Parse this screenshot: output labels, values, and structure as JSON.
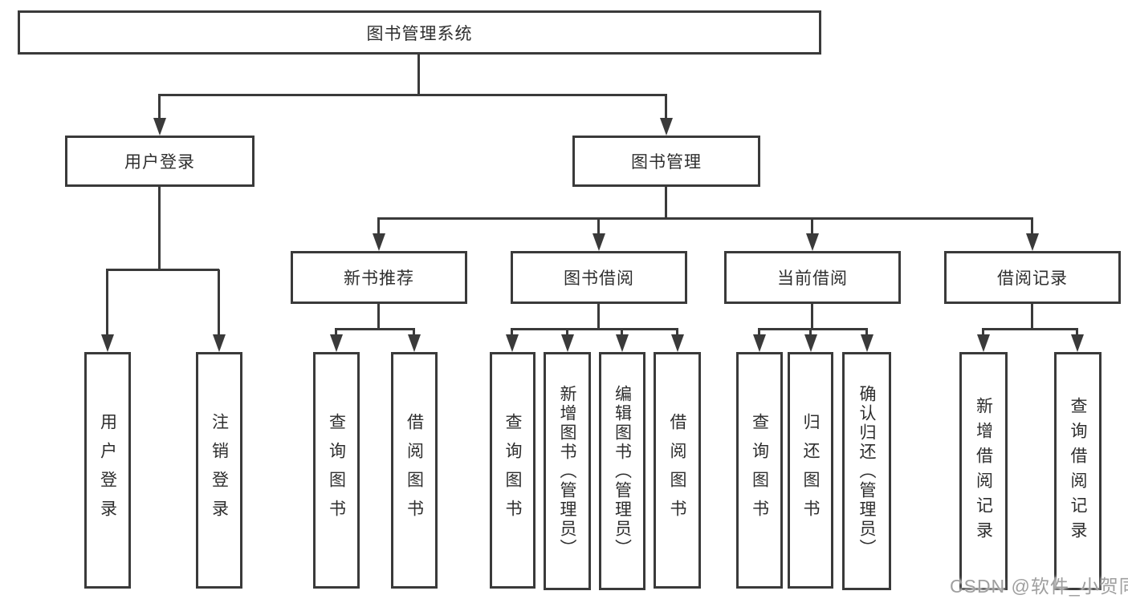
{
  "tree": {
    "root": "图书管理系统",
    "branches": [
      {
        "label": "用户登录",
        "children": [
          "用户登录",
          "注销登录"
        ]
      },
      {
        "label": "图书管理",
        "groups": [
          {
            "label": "新书推荐",
            "children": [
              "查询图书",
              "借阅图书"
            ]
          },
          {
            "label": "图书借阅",
            "children": [
              "查询图书",
              "新增图书（管理员）",
              "编辑图书（管理员）",
              "借阅图书"
            ]
          },
          {
            "label": "当前借阅",
            "children": [
              "查询图书",
              "归还图书",
              "确认归还（管理员）"
            ]
          },
          {
            "label": "借阅记录",
            "children": [
              "新增借阅记录",
              "查询借阅记录"
            ]
          }
        ]
      }
    ]
  },
  "watermark": "CSDN @软件_小贺同学",
  "colors": {
    "line": "#3a3a3a",
    "text": "#2e2e2e",
    "background": "#ffffff",
    "watermark": "#9f9f9f"
  }
}
